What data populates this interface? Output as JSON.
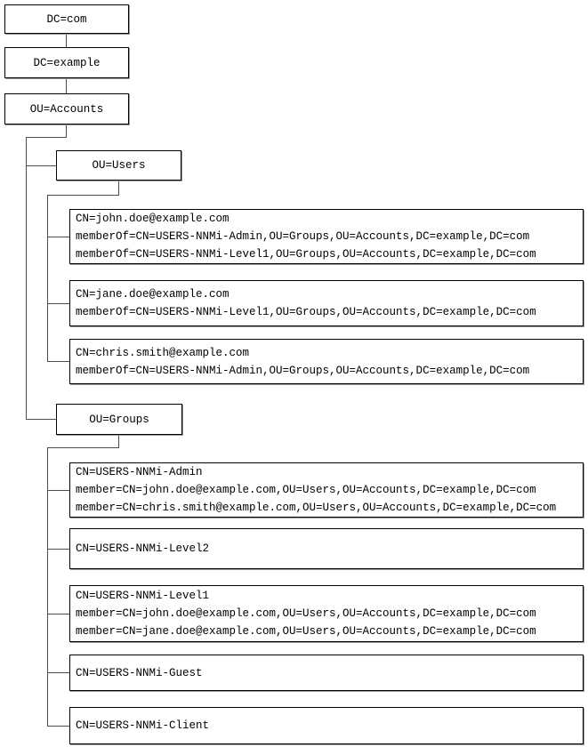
{
  "colors": {
    "background": "#ffffff",
    "text": "#000000",
    "box_border": "#000000",
    "box_shadow": "#9a9a9a",
    "connector": "#4d4d4d"
  },
  "tree": {
    "domain_chain": [
      {
        "label": "DC=com"
      },
      {
        "label": "DC=example"
      },
      {
        "label": "OU=Accounts"
      }
    ],
    "users_ou": {
      "label": "OU=Users",
      "entries": [
        {
          "lines": [
            "CN=john.doe@example.com",
            "memberOf=CN=USERS-NNMi-Admin,OU=Groups,OU=Accounts,DC=example,DC=com",
            "memberOf=CN=USERS-NNMi-Level1,OU=Groups,OU=Accounts,DC=example,DC=com"
          ]
        },
        {
          "lines": [
            "CN=jane.doe@example.com",
            "memberOf=CN=USERS-NNMi-Level1,OU=Groups,OU=Accounts,DC=example,DC=com"
          ]
        },
        {
          "lines": [
            "CN=chris.smith@example.com",
            "memberOf=CN=USERS-NNMi-Admin,OU=Groups,OU=Accounts,DC=example,DC=com"
          ]
        }
      ]
    },
    "groups_ou": {
      "label": "OU=Groups",
      "entries": [
        {
          "lines": [
            "CN=USERS-NNMi-Admin",
            "member=CN=john.doe@example.com,OU=Users,OU=Accounts,DC=example,DC=com",
            "member=CN=chris.smith@example.com,OU=Users,OU=Accounts,DC=example,DC=com"
          ]
        },
        {
          "lines": [
            "CN=USERS-NNMi-Level2"
          ]
        },
        {
          "lines": [
            "CN=USERS-NNMi-Level1",
            "member=CN=john.doe@example.com,OU=Users,OU=Accounts,DC=example,DC=com",
            "member=CN=jane.doe@example.com,OU=Users,OU=Accounts,DC=example,DC=com"
          ]
        },
        {
          "lines": [
            "CN=USERS-NNMi-Guest"
          ]
        },
        {
          "lines": [
            "CN=USERS-NNMi-Client"
          ]
        }
      ]
    }
  }
}
